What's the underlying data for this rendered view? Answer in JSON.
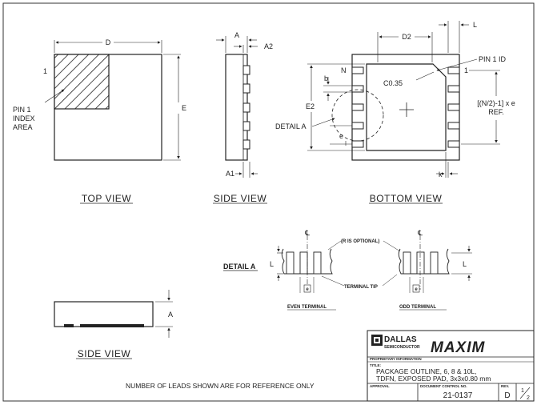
{
  "views": {
    "top_view": "TOP VIEW",
    "side_view_top": "SIDE VIEW",
    "bottom_view": "BOTTOM VIEW",
    "side_view_bottom": "SIDE VIEW"
  },
  "labels": {
    "D": "D",
    "E": "E",
    "A": "A",
    "A1": "A1",
    "A2": "A2",
    "D2": "D2",
    "E2": "E2",
    "L": "L",
    "k": "k",
    "b": "b",
    "e": "e",
    "N": "N",
    "one": "1",
    "c035": "C0.35",
    "pin1_id": "PIN 1 ID",
    "pin1_index": [
      "PIN 1",
      "INDEX",
      "AREA"
    ],
    "detail_a": "DETAIL A",
    "ref_line1": "[(N/2)-1] x e",
    "ref_line2": "REF.",
    "side_A": "A"
  },
  "detail": {
    "title": "DETAIL A",
    "r_optional": "(R IS OPTIONAL)",
    "terminal_tip": "TERMINAL TIP",
    "even": "EVEN TERMINAL",
    "odd": "ODD TERMINAL",
    "L_left": "L",
    "L_right": "L",
    "cl": "℄",
    "e_box": "e"
  },
  "note": "NUMBER OF LEADS SHOWN ARE FOR REFERENCE ONLY",
  "title_block": {
    "brand_dallas": "DALLAS",
    "brand_semi": "SEMICONDUCTOR",
    "brand_maxim": "MAXIM",
    "proprietary": "PROPRIETARY INFORMATION",
    "title_label": "TITLE:",
    "title_line1": "PACKAGE OUTLINE, 6, 8 & 10L,",
    "title_line2": "TDFN, EXPOSED PAD, 3x3x0.80 mm",
    "approval": "APPROVAL",
    "doc_control": "DOCUMENT CONTROL NO.",
    "rev_label": "REV.",
    "doc_no": "21-0137",
    "rev": "D",
    "sheet_num": "1",
    "sheet_den": "2"
  }
}
